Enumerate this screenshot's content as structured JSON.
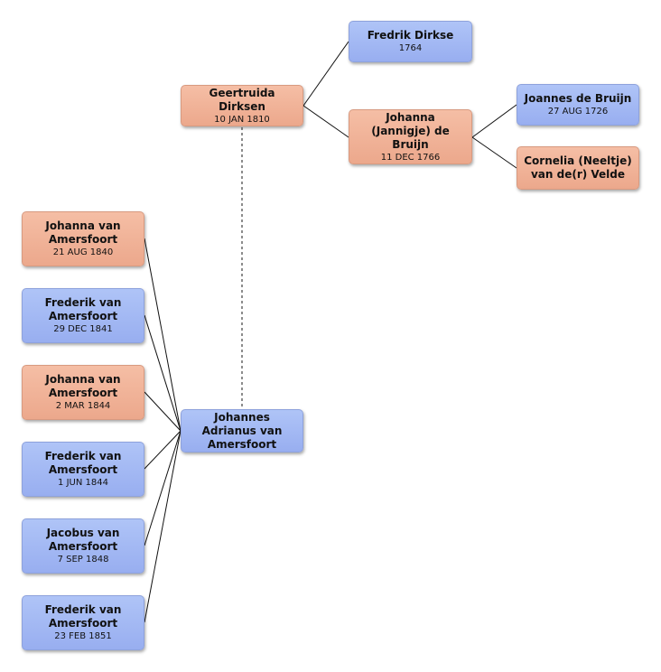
{
  "colors": {
    "male": "#a3b8f3",
    "female": "#f0b39a",
    "line": "#111111",
    "dotted_line": "#666666"
  },
  "ancestors": {
    "mother": {
      "name": "Geertruida Dirksen",
      "date": "10 JAN 1810",
      "sex": "female"
    },
    "grandfather": {
      "name": "Fredrik Dirkse",
      "date": "1764",
      "sex": "male"
    },
    "grandmother": {
      "name": "Johanna (Jannigje) de Bruijn",
      "date": "11 DEC 1766",
      "sex": "female"
    },
    "great_grandfather": {
      "name": "Joannes de Bruijn",
      "date": "27 AUG 1726",
      "sex": "male"
    },
    "great_grandmother": {
      "name": "Cornelia (Neeltje) van de(r) Velde",
      "date": "",
      "sex": "female"
    }
  },
  "spouse": {
    "name": "Johannes Adrianus van Amersfoort",
    "date": "",
    "sex": "male"
  },
  "children": [
    {
      "name": "Johanna van Amersfoort",
      "date": "21 AUG 1840",
      "sex": "female"
    },
    {
      "name": "Frederik van Amersfoort",
      "date": "29 DEC 1841",
      "sex": "male"
    },
    {
      "name": "Johanna van Amersfoort",
      "date": "2 MAR 1844",
      "sex": "female"
    },
    {
      "name": "Frederik van Amersfoort",
      "date": "1 JUN 1844",
      "sex": "male"
    },
    {
      "name": "Jacobus van Amersfoort",
      "date": "7 SEP 1848",
      "sex": "male"
    },
    {
      "name": "Frederik van Amersfoort",
      "date": "23 FEB 1851",
      "sex": "male"
    }
  ]
}
